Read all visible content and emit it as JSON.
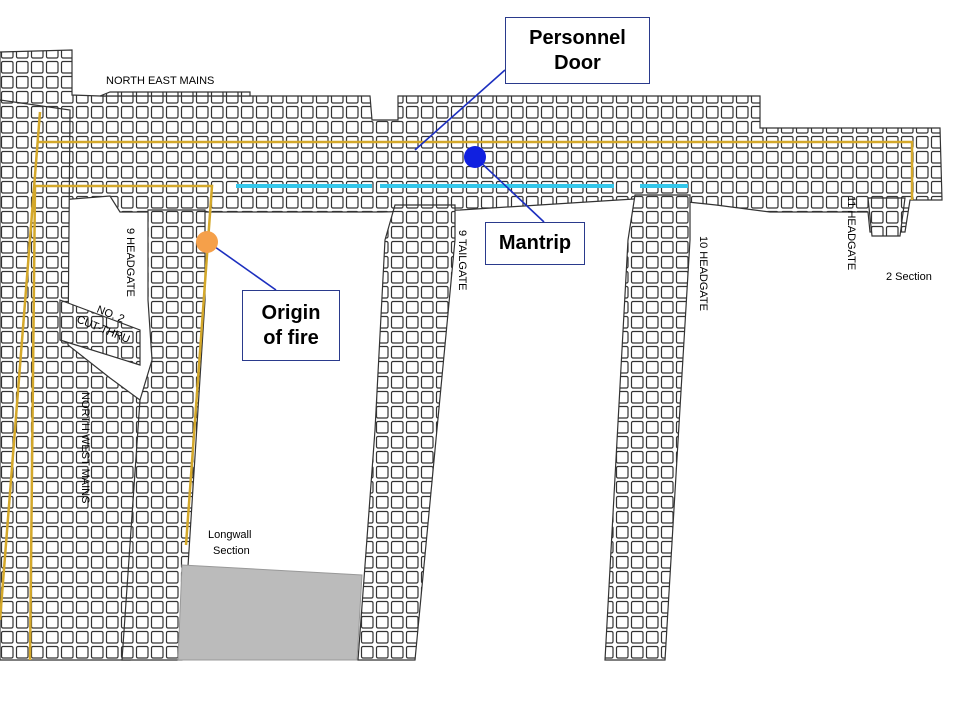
{
  "map": {
    "labels": {
      "north_east_mains": "NORTH EAST MAINS",
      "nine_headgate": "9 HEADGATE",
      "no2_cut_thru_line1": "NO. 2",
      "no2_cut_thru_line2": "CUT-THRU",
      "north_west_mains": "NORTH WEST MAINS",
      "nine_tailgate": "9 TAILGATE",
      "ten_headgate": "10 HEADGATE",
      "eleven_headgate": "11 HEADGATE",
      "two_section": "2 Section",
      "longwall_section_line1": "Longwall",
      "longwall_section_line2": "Section"
    },
    "callouts": {
      "personnel_door_line1": "Personnel",
      "personnel_door_line2": "Door",
      "mantrip": "Mantrip",
      "origin_line1": "Origin",
      "origin_line2": "of fire"
    },
    "colors": {
      "entries": "#333333",
      "pillar_fill": "#ffffff",
      "belt_line": "#d4a82a",
      "conveyor": "#33c6ea",
      "mantrip_marker": "#1020e0",
      "fire_marker": "#f5a04a",
      "callout_line": "#1c2fbf",
      "longwall_panel": "#bbbbbb"
    }
  }
}
